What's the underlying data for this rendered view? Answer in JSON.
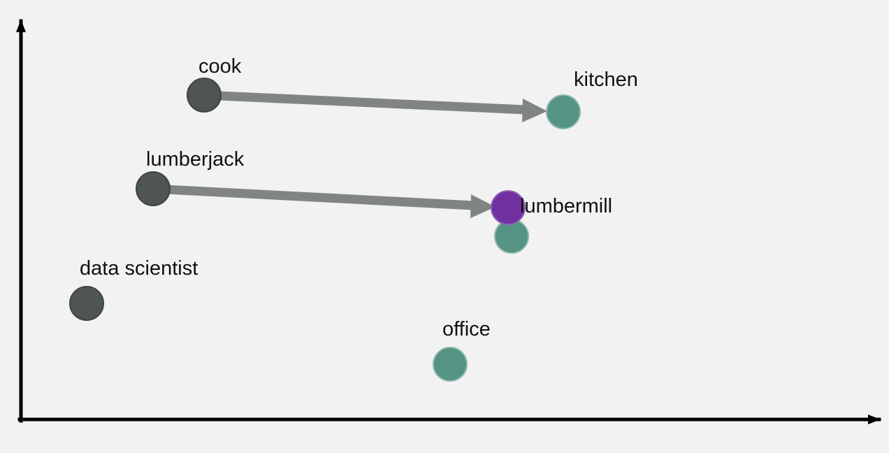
{
  "colors": {
    "background": "#f2f2f2",
    "axis": "#000000",
    "occupation": "#4f5552",
    "place": "#559485",
    "highlight": "#7030a0",
    "arrow": "#808582",
    "label": "#111111"
  },
  "axes": {
    "x_arrow": "right-pointing arrowhead",
    "y_arrow": "up-pointing arrowhead"
  },
  "occupations": [
    {
      "key": "cook",
      "label": "cook"
    },
    {
      "key": "lumberjack",
      "label": "lumberjack"
    },
    {
      "key": "data_scientist",
      "label": "data scientist"
    }
  ],
  "places": [
    {
      "key": "kitchen",
      "label": "kitchen"
    },
    {
      "key": "lumbermill",
      "label": "lumbermill"
    },
    {
      "key": "office",
      "label": "office"
    }
  ],
  "analogy_point": {
    "description_visible": false,
    "color_role": "highlight"
  },
  "arrows": [
    {
      "from": "cook",
      "to": "kitchen"
    },
    {
      "from": "lumberjack",
      "to": "analogy_point"
    }
  ]
}
